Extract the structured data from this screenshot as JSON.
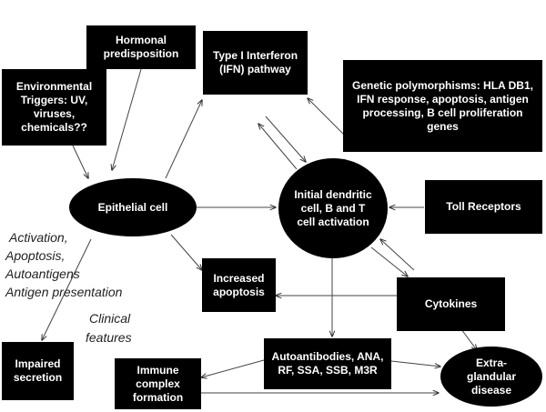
{
  "nodes": {
    "hormonal": "Hormonal predisposition",
    "environmental": "Environmental Triggers: UV, viruses, chemicals??",
    "ifn": "Type I Interferon (IFN) pathway",
    "genetic": "Genetic polymorphisms: HLA DB1, IFN response, apoptosis, antigen processing, B cell proliferation genes",
    "epithelial": "Epithelial cell",
    "initial_activation": "Initial dendritic cell, B and T cell activation",
    "toll": "Toll Receptors",
    "increased_apoptosis": "Increased apoptosis",
    "cytokines": "Cytokines",
    "impaired": "Impaired secretion",
    "autoantibodies": "Autoantibodies, ANA, RF, SSA, SSB, M3R",
    "immune_complex": "Immune complex formation",
    "extraglandular": "Extra-glandular disease"
  },
  "notes": {
    "activation": "Activation,",
    "apoptosis": "Apoptosis,",
    "autoantigens": "Autoantigens",
    "antigen_presentation": "Antigen presentation",
    "clinical": "Clinical",
    "features": "features"
  }
}
